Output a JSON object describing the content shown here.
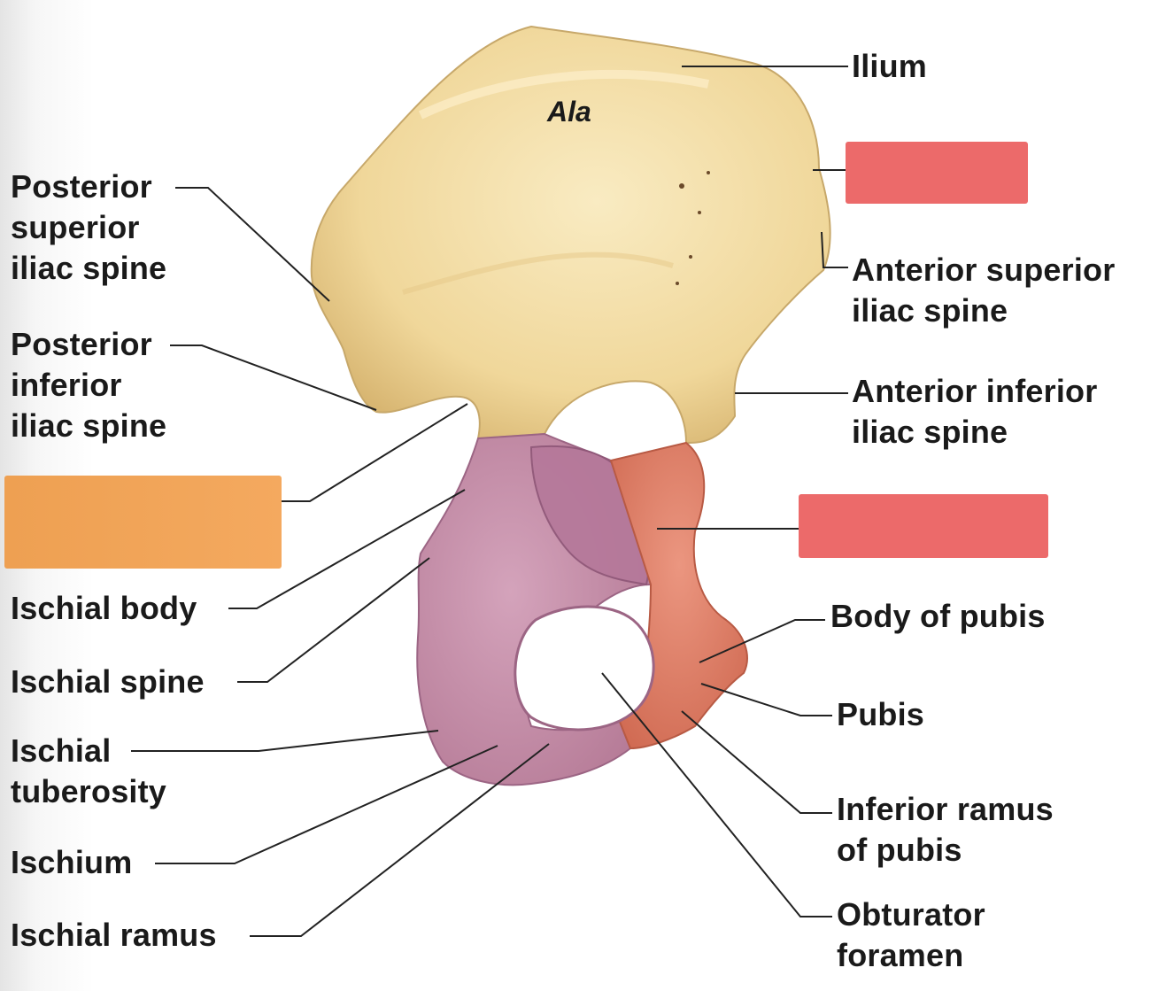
{
  "colors": {
    "ilium": "#f0d9a0",
    "ischium": "#c98ea9",
    "pubis": "#e07e66",
    "box_coral": "#ec6a6a",
    "box_orange": "#f2a258"
  },
  "region_label": "Ala",
  "labels": {
    "ilium": "Ilium",
    "psis": "Posterior\nsuperior\niliac spine",
    "piis": "Posterior\ninferior\niliac spine",
    "asis": "Anterior superior\niliac spine",
    "aiis": "Anterior inferior\niliac spine",
    "ischial_body": "Ischial body",
    "ischial_spine": "Ischial spine",
    "ischial_tuberosity": "Ischial\ntuberosity",
    "ischium": "Ischium",
    "ischial_ramus": "Ischial ramus",
    "body_of_pubis": "Body of pubis",
    "pubis": "Pubis",
    "inferior_ramus_of_pubis": "Inferior ramus\nof pubis",
    "obturator_foramen": "Obturator\nforamen"
  }
}
